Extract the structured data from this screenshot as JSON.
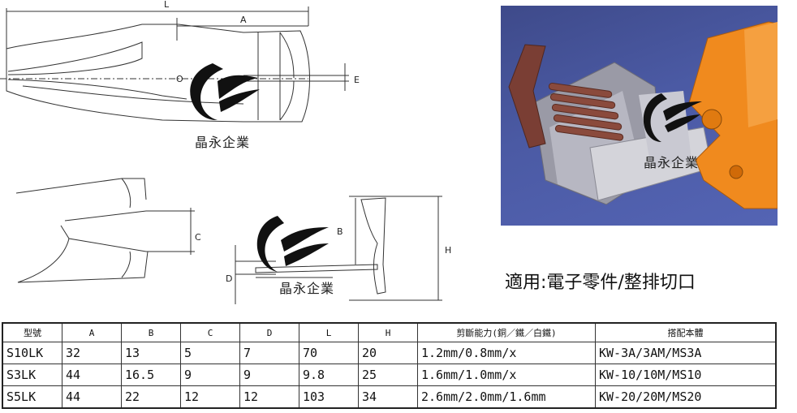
{
  "drawing": {
    "dims": {
      "L": "L",
      "A": "A",
      "O": "O",
      "E": "E",
      "C": "C",
      "B": "B",
      "D": "D",
      "H": "H"
    },
    "watermark": "晶永企業"
  },
  "photo": {
    "watermark": "晶永企業"
  },
  "caption": "適用:電子零件/整排切口",
  "table": {
    "headers": [
      "型號",
      "A",
      "B",
      "C",
      "D",
      "L",
      "H",
      "剪斷能力(銅／鐵／白鐵)",
      "搭配本體"
    ],
    "rows": [
      [
        "S10LK",
        "32",
        "13",
        "5",
        "7",
        "70",
        "20",
        "1.2mm/0.8mm/x",
        "KW-3A/3AM/MS3A"
      ],
      [
        "S3LK",
        "44",
        "16.5",
        "9",
        "9",
        "9.8",
        "25",
        "1.6mm/1.0mm/x",
        "KW-10/10M/MS10"
      ],
      [
        "S5LK",
        "44",
        "22",
        "12",
        "12",
        "103",
        "34",
        "2.6mm/2.0mm/1.6mm",
        "KW-20/20M/MS20"
      ]
    ]
  }
}
